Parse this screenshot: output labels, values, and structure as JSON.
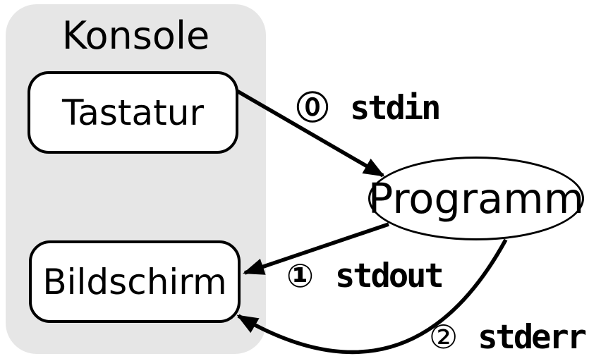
{
  "diagram": {
    "title": "Konsole",
    "console_nodes": [
      {
        "id": "tastatur",
        "label": "Tastatur"
      },
      {
        "id": "bildschirm",
        "label": "Bildschirm"
      }
    ],
    "external_node": {
      "id": "programm",
      "label": "Programm"
    },
    "edges": [
      {
        "badge": "⓪",
        "fd": "0",
        "label": "stdin",
        "from": "Tastatur",
        "to": "Programm"
      },
      {
        "badge": "①",
        "fd": "1",
        "label": "stdout",
        "from": "Programm",
        "to": "Bildschirm"
      },
      {
        "badge": "②",
        "fd": "2",
        "label": "stderr",
        "from": "Programm",
        "to": "Bildschirm"
      }
    ],
    "colors": {
      "panel_bg": "#e6e6e6",
      "line": "#000000",
      "node_fill": "#ffffff",
      "text": "#000000"
    }
  }
}
